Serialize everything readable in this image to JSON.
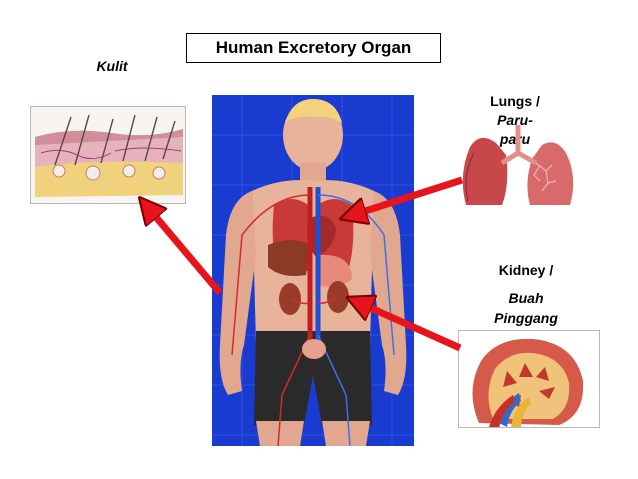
{
  "title": "Human Excretory Organ",
  "labels": {
    "skin": "Kulit",
    "lungs_en": "Lungs /",
    "lungs_my_1": "Paru-",
    "lungs_my_2": "paru",
    "kidney_en": "Kidney /",
    "kidney_my_1": "Buah",
    "kidney_my_2": "Pinggang"
  },
  "colors": {
    "arrow": "#e8141b",
    "body_bg": "#1a3bd0",
    "skin_tone": "#e7b39a",
    "organ_red": "#c9393a"
  }
}
